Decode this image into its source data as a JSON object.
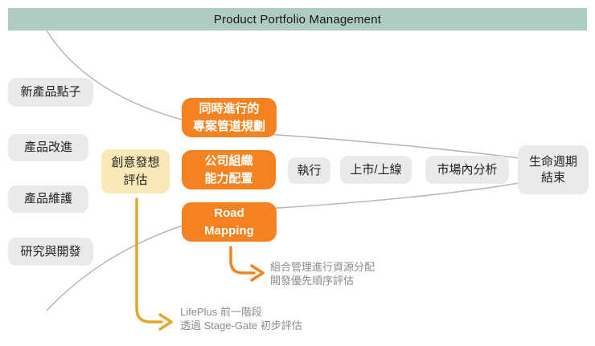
{
  "header": {
    "title": "Product Portfolio Management"
  },
  "idea_sources": [
    {
      "label": "新產品點子"
    },
    {
      "label": "產品改進"
    },
    {
      "label": "產品維護"
    },
    {
      "label": "研究與開發"
    }
  ],
  "idea_evaluation": {
    "line1": "創意發想",
    "line2": "評估"
  },
  "planning_boxes": [
    {
      "line1": "同時進行的",
      "line2": "專案管道規劃"
    },
    {
      "line1": "公司組織",
      "line2": "能力配置"
    },
    {
      "line1": "Road",
      "line2": "Mapping"
    }
  ],
  "stages": [
    {
      "label": "執行"
    },
    {
      "label": "上市/上線"
    },
    {
      "label": "市場內分析"
    }
  ],
  "end_stage": {
    "line1": "生命週期",
    "line2": "結束"
  },
  "annotations": {
    "portfolio_note": {
      "line1": "組合管理進行資源分配",
      "line2": "開發優先順序評估"
    },
    "lifeplus_note": {
      "line1": "LifePlus 前一階段",
      "line2": "透過 Stage-Gate 初步評估"
    }
  },
  "colors": {
    "header_bg": "#AFCCC1",
    "orange": "#F58220",
    "yellow_box_bg": "#F9E8B8",
    "yellow_arrow": "#E2A82B",
    "gray_box_bg": "#EAEAEA",
    "funnel_line": "#B3B3B3",
    "annotation_text": "#8B8B8B",
    "text_dark": "#222222"
  }
}
